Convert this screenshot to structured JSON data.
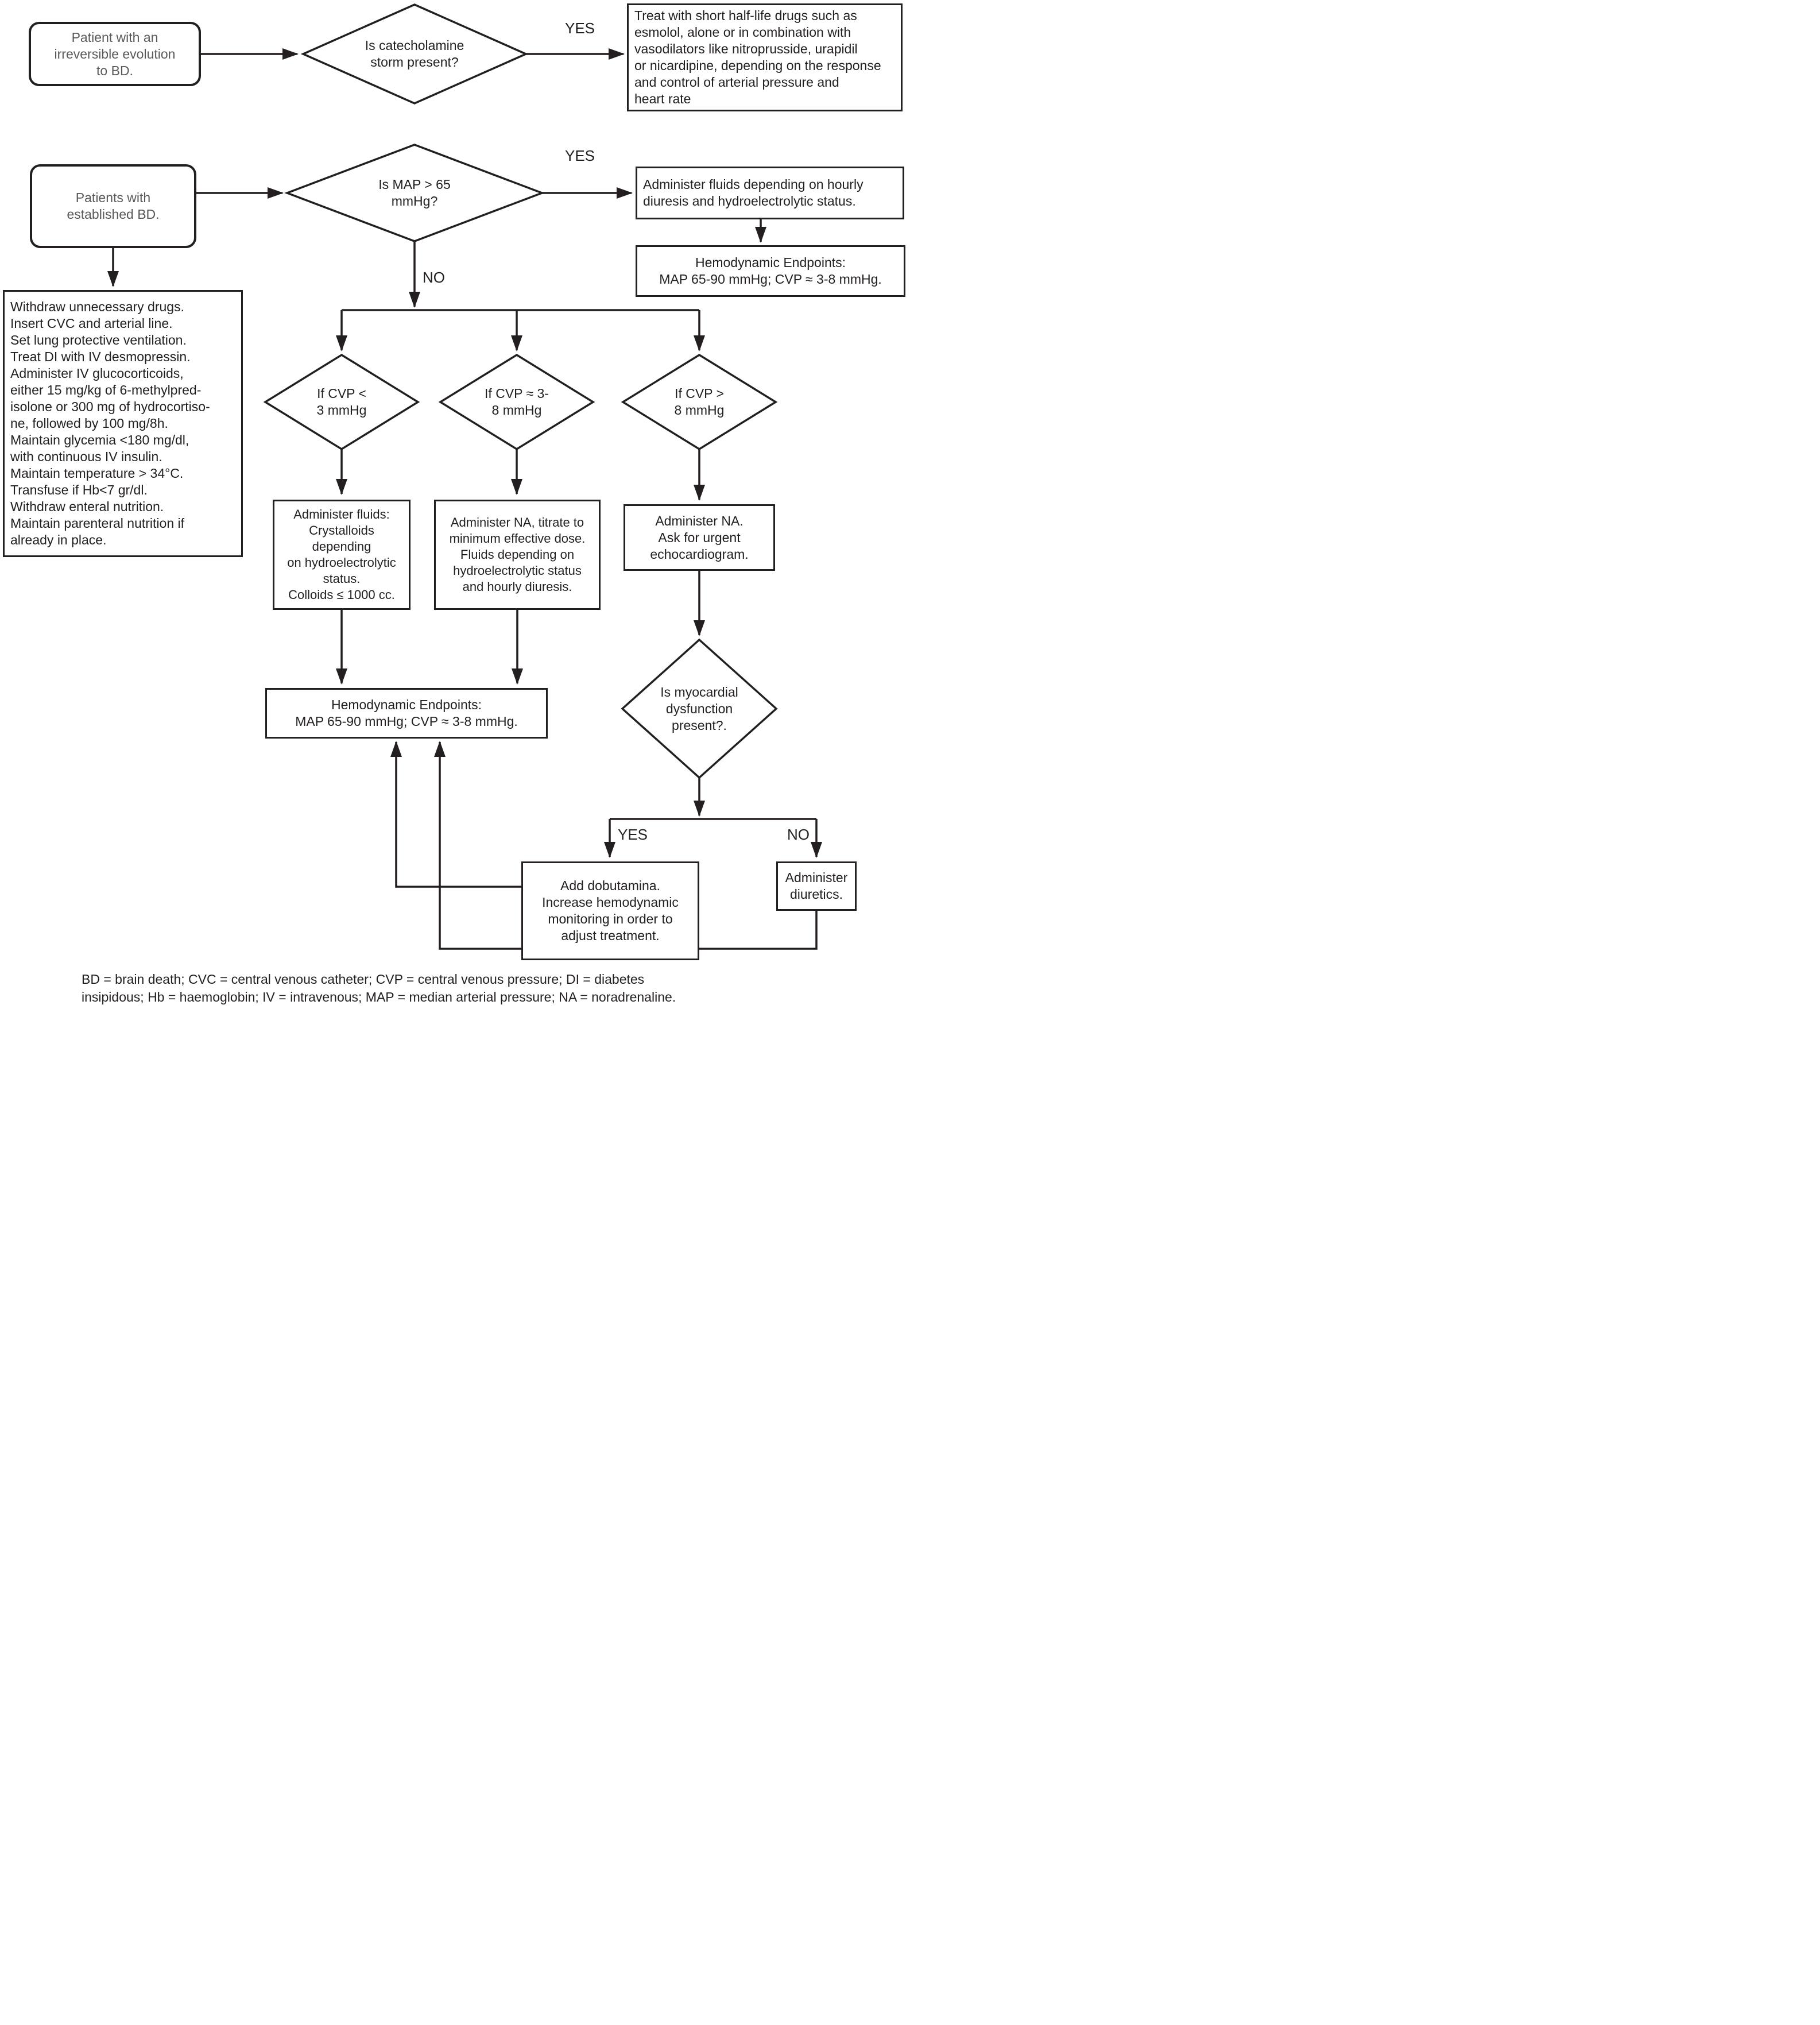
{
  "colors": {
    "line": "#231f20",
    "text": "#231f20",
    "start_box_text": "#58595b",
    "background": "#ffffff"
  },
  "flowchart": {
    "nodes": {
      "patient_irreversible": "Patient with an\nirreversible evolution\nto BD.",
      "decision_catecholamine": "Is catecholamine\nstorm present?",
      "treat_catecholamine": "Treat with short half-life drugs such as\nesmolol, alone or in combination with\nvasodilators like nitroprusside, urapidil\nor nicardipine, depending on the response\nand control of arterial pressure and\nheart rate",
      "patients_established": "Patients with\nestablished BD.",
      "decision_map": "Is MAP > 65\nmmHg?",
      "administer_fluids_hourly": "Administer fluids depending on hourly\ndiuresis and hydroelectrolytic status.",
      "hemodynamic_endpoints_right": "Hemodynamic Endpoints:\nMAP 65-90 mmHg; CVP ≈ 3-8 mmHg.",
      "general_measures": "Withdraw unnecessary drugs.\nInsert CVC and arterial line.\nSet lung protective ventilation.\nTreat DI with IV desmopressin.\nAdminister IV glucocorticoids,\neither 15 mg/kg of 6-methylpred-\nisolone or 300 mg of hydrocortiso-\nne, followed by 100 mg/8h.\nMaintain glycemia <180 mg/dl,\nwith continuous IV insulin.\nMaintain temperature > 34°C.\nTransfuse if Hb<7 gr/dl.\nWithdraw enteral nutrition.\nMaintain parenteral nutrition if\nalready in place.",
      "decision_cvp_low": "If CVP <\n3 mmHg",
      "decision_cvp_mid": "If CVP ≈ 3-\n8 mmHg",
      "decision_cvp_high": "If CVP >\n8 mmHg",
      "administer_fluids_crystalloids": "Administer fluids:\nCrystalloids depending\non hydroelectrolytic\nstatus.\nColloids ≤ 1000 cc.",
      "administer_na_titrate": "Administer NA, titrate to\nminimum effective dose.\nFluids depending on\nhydroelectrolytic status\nand hourly diuresis.",
      "administer_na_echo": "Administer NA.\nAsk for urgent\nechocardiogram.",
      "hemodynamic_endpoints_center": "Hemodynamic Endpoints:\nMAP 65-90 mmHg; CVP ≈ 3-8 mmHg.",
      "decision_myocardial": "Is myocardial\ndysfunction\npresent?.",
      "add_dobutamina": "Add dobutamina.\nIncrease hemodynamic\nmonitoring in order to\nadjust treatment.",
      "administer_diuretics": "Administer\ndiuretics."
    },
    "edge_labels": {
      "catecholamine_yes": "YES",
      "map_yes": "YES",
      "map_no": "NO",
      "myocardial_yes": "YES",
      "myocardial_no": "NO"
    },
    "legend": "BD = brain death; CVC = central venous catheter; CVP = central venous pressure; DI = diabetes\ninsipidous; Hb = haemoglobin; IV = intravenous; MAP = median arterial pressure; NA = noradrenaline."
  }
}
